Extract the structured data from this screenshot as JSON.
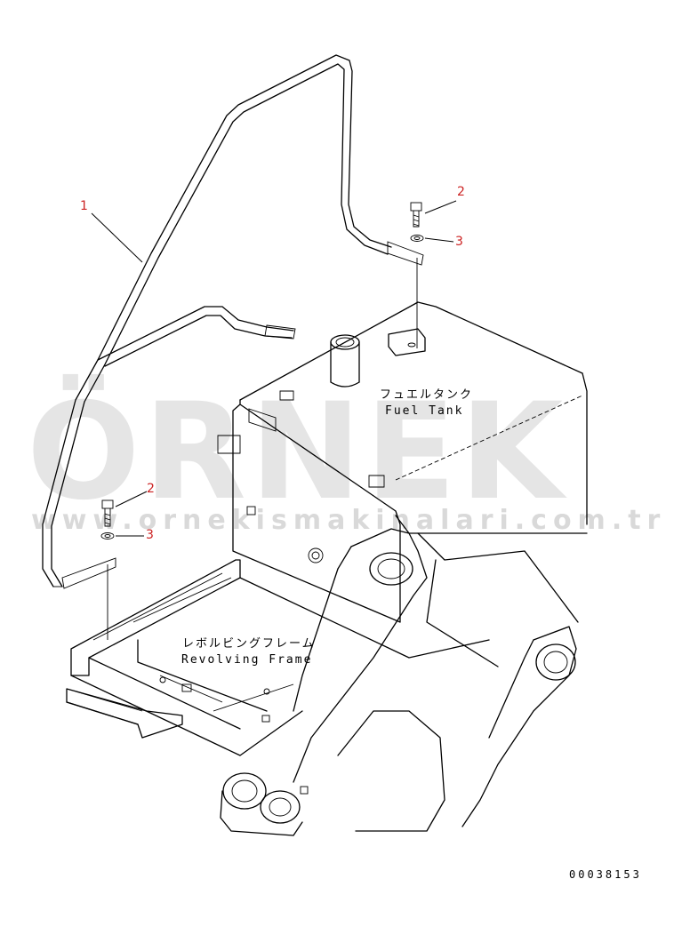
{
  "callouts": {
    "handrail": "1",
    "bolt_right": "2",
    "washer_right": "3",
    "bolt_left": "2",
    "washer_left": "3"
  },
  "labels": {
    "fuel_tank_jp": "フュエルタンク",
    "fuel_tank_en": "Fuel Tank",
    "revolving_frame_jp": "レボルビングフレーム",
    "revolving_frame_en": "Revolving Frame"
  },
  "watermark": {
    "brand": "ÖRNEK",
    "url": "www.ornekismakinalari.com.tr"
  },
  "document_number": "00038153",
  "colors": {
    "line": "#000000",
    "callout": "#cc2222",
    "watermark": "#d8d8d8"
  }
}
